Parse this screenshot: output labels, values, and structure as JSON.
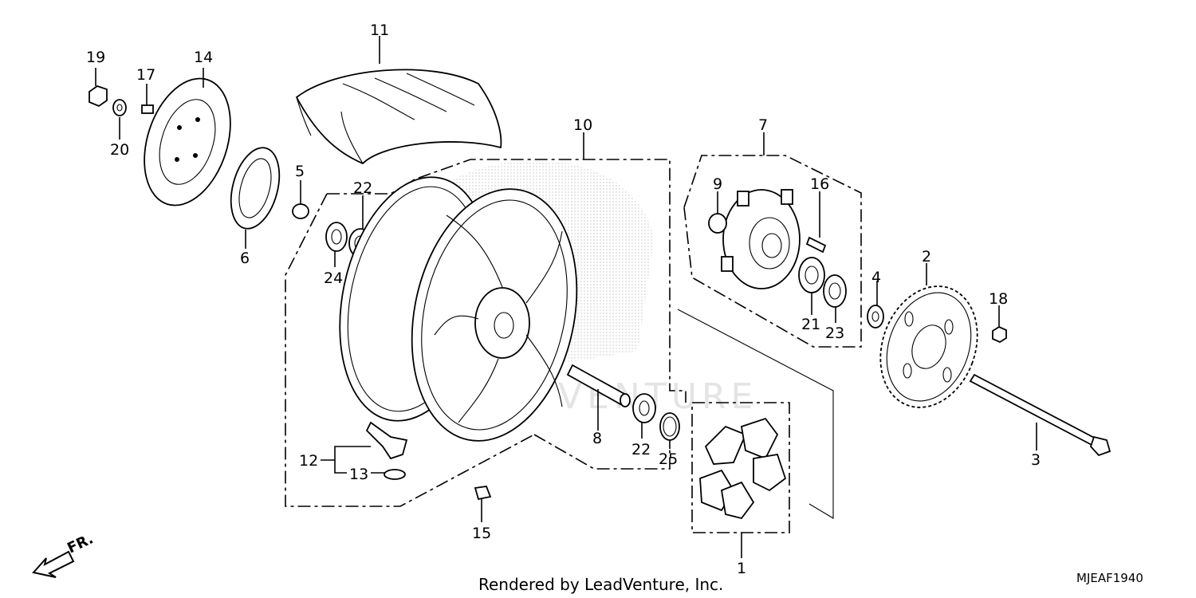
{
  "callouts": {
    "p1": "1",
    "p2": "2",
    "p3": "3",
    "p4": "4",
    "p5": "5",
    "p6": "6",
    "p7": "7",
    "p8": "8",
    "p9": "9",
    "p10": "10",
    "p11": "11",
    "p12": "12",
    "p13": "13",
    "p14": "14",
    "p15": "15",
    "p16": "16",
    "p17": "17",
    "p18": "18",
    "p19": "19",
    "p20": "20",
    "p21": "21",
    "p22a": "22",
    "p22b": "22",
    "p23": "23",
    "p24": "24",
    "p25": "25"
  },
  "watermark": "VENTURE",
  "direction_label": "FR.",
  "credit": "Rendered by LeadVenture, Inc.",
  "diagram_code": "MJEAF1940"
}
